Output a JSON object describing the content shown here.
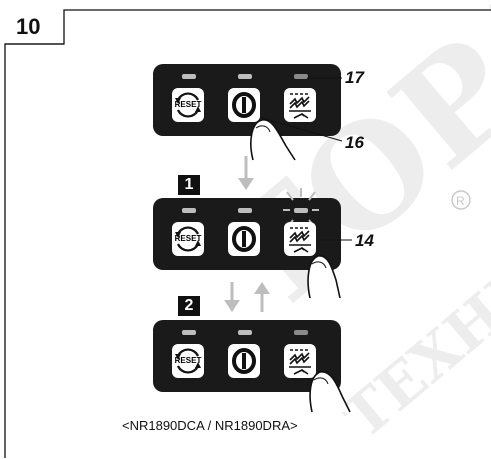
{
  "page": {
    "step_number": "10",
    "model_caption": "<NR1890DCA / NR1890DRA>",
    "watermark": {
      "text_main": "TOPA",
      "text_sub": "ТЕХНИКА"
    }
  },
  "panels": [
    {
      "step_label": "",
      "buttons": [
        {
          "icon": "reset-icon",
          "label": "RESET"
        },
        {
          "icon": "power-icon",
          "label": ""
        },
        {
          "icon": "mode-icon",
          "label": ""
        }
      ],
      "indicators": [
        "off",
        "off",
        "off"
      ],
      "callouts": [
        "17",
        "16"
      ]
    },
    {
      "step_label": "1",
      "buttons": [
        {
          "icon": "reset-icon",
          "label": "RESET"
        },
        {
          "icon": "power-icon",
          "label": ""
        },
        {
          "icon": "mode-icon",
          "label": ""
        }
      ],
      "indicators": [
        "off",
        "off",
        "blinking"
      ],
      "callouts": [
        "14"
      ]
    },
    {
      "step_label": "2",
      "buttons": [
        {
          "icon": "reset-icon",
          "label": "RESET"
        },
        {
          "icon": "power-icon",
          "label": ""
        },
        {
          "icon": "mode-icon",
          "label": ""
        }
      ],
      "indicators": [
        "off",
        "off",
        "off"
      ],
      "callouts": []
    }
  ],
  "colors": {
    "panel": "#1a1a1a",
    "indicator_off": "#bdbdbd",
    "indicator_dark": "#8a8a8a",
    "arrow": "#bdbdbd"
  }
}
